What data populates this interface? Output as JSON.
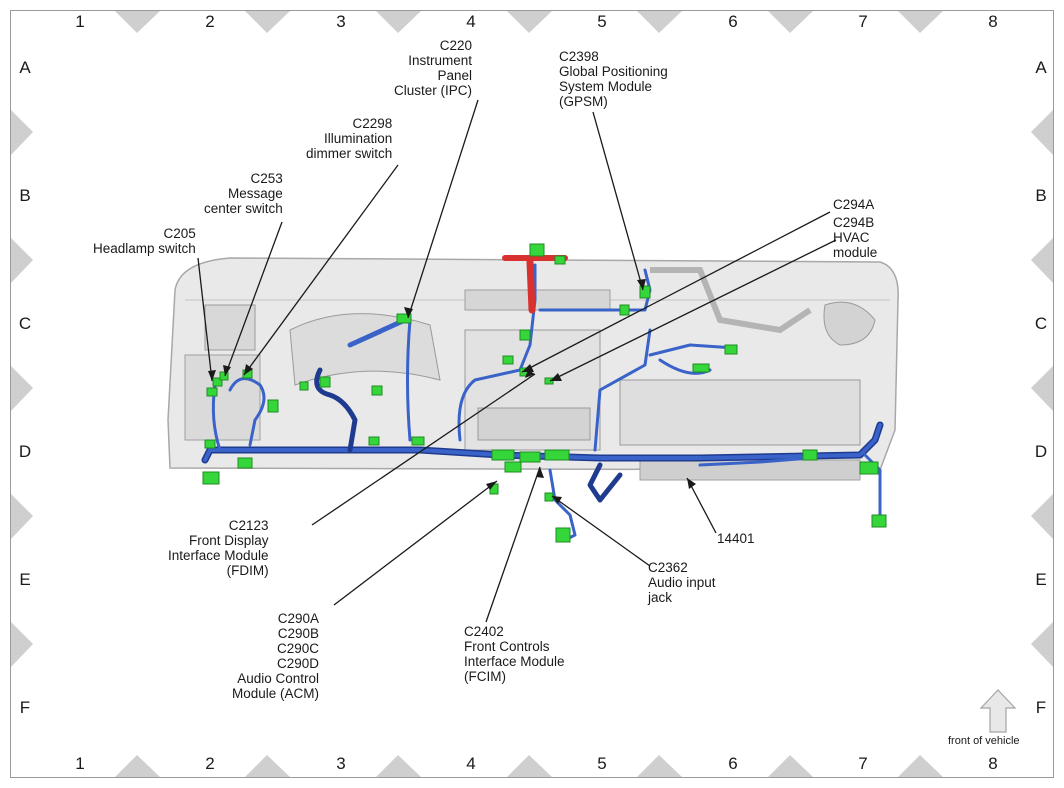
{
  "grid": {
    "columns": [
      "1",
      "2",
      "3",
      "4",
      "5",
      "6",
      "7",
      "8"
    ],
    "rows": [
      "A",
      "B",
      "C",
      "D",
      "E",
      "F"
    ]
  },
  "callouts": [
    {
      "id": "c220",
      "text": "C220\nInstrument\nPanel\nCluster (IPC)"
    },
    {
      "id": "c2398",
      "text": "C2398\nGlobal Positioning\nSystem Module\n(GPSM)"
    },
    {
      "id": "c2298",
      "text": "C2298\nIllumination\ndimmer switch"
    },
    {
      "id": "c253",
      "text": "C253\nMessage\ncenter switch"
    },
    {
      "id": "c205",
      "text": "C205\nHeadlamp switch"
    },
    {
      "id": "c294a",
      "text": "C294A"
    },
    {
      "id": "c294b",
      "text": "C294B\nHVAC\nmodule"
    },
    {
      "id": "c2123",
      "text": "C2123\nFront Display\nInterface Module\n(FDIM)"
    },
    {
      "id": "c14401",
      "text": "14401"
    },
    {
      "id": "c2362",
      "text": "C2362\nAudio input\njack"
    },
    {
      "id": "c290",
      "text": "C290A\nC290B\nC290C\nC290D\nAudio Control\nModule (ACM)"
    },
    {
      "id": "c2402",
      "text": "C2402\nFront Controls\nInterface Module\n(FCIM)"
    }
  ],
  "front_label": "front of vehicle",
  "colors": {
    "harness": "#3a63c9",
    "harness_dark": "#1f3b8f",
    "connector": "#35d63a",
    "connector_dark": "#1e8c22",
    "red_harness": "#d93030",
    "panel": "#e6e6e6",
    "panel_edge": "#9e9e9e"
  }
}
